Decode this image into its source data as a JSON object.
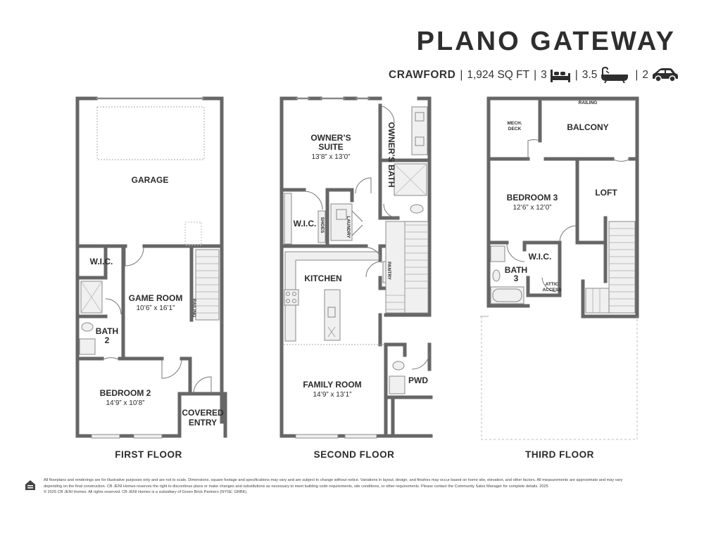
{
  "header": {
    "community": "PLANO GATEWAY",
    "plan_name": "CRAWFORD",
    "sqft": "1,924 SQ FT",
    "beds": "3",
    "baths": "3.5",
    "garage": "2",
    "separator": "|",
    "icons": [
      "bed-icon",
      "bathtub-icon",
      "car-icon"
    ]
  },
  "floors": {
    "first": {
      "label": "FIRST FLOOR",
      "rooms": {
        "garage": "GARAGE",
        "wic": "W.I.C.",
        "game_room": "GAME ROOM",
        "game_room_dim": "10’6” x 16’1”",
        "railing": "RAILING",
        "bath_a": "BATH",
        "bath_b": "2",
        "bedroom": "BEDROOM 2",
        "bedroom_dim": "14’9” x 10’8”",
        "covered_a": "COVERED",
        "covered_b": "ENTRY"
      }
    },
    "second": {
      "label": "SECOND FLOOR",
      "rooms": {
        "suite_a": "OWNER’S",
        "suite_b": "SUITE",
        "suite_dim": "13’8” x 13’0”",
        "owners_bath": "OWNER’S BATH",
        "wic": "W.I.C.",
        "shoes": "SHOES",
        "laundry": "LAUNDRY",
        "kitchen": "KITCHEN",
        "pantry": "PANTRY",
        "family": "FAMILY ROOM",
        "family_dim": "14’9” x 13’1”",
        "pwd": "PWD"
      }
    },
    "third": {
      "label": "THIRD FLOOR",
      "rooms": {
        "mech_a": "MECH.",
        "mech_b": "DECK",
        "balcony": "BALCONY",
        "railing": "RAILING",
        "bedroom": "BEDROOM 3",
        "bedroom_dim": "12’6” x 12’0”",
        "loft": "LOFT",
        "bath_a": "BATH",
        "bath_b": "3",
        "wic": "W.I.C.",
        "attic_a": "ATTIC",
        "attic_b": "ACCESS"
      }
    }
  },
  "footer": {
    "line1": "All floorplans and renderings are for illustrative purposes only and are not to scale. Dimensions, square footage and specifications may vary and are subject to change without notice. Variations in layout, design, and finishes may occur based on home site, elevation, and other factors. All measurements are approximate and may vary",
    "line2": "depending on the final construction. CB JENI Homes reserves the right to discontinue plans or make changes and substitutions as necessary to meet building code requirements, site conditions, or other requirements. Please contact the Community Sales Manager for complete details. 2025",
    "line3": "© 2025 CB JENI Homes. All rights reserved. CB JENI Homes is a subsidiary of Green Brick Partners (NYSE: GRBK)."
  }
}
